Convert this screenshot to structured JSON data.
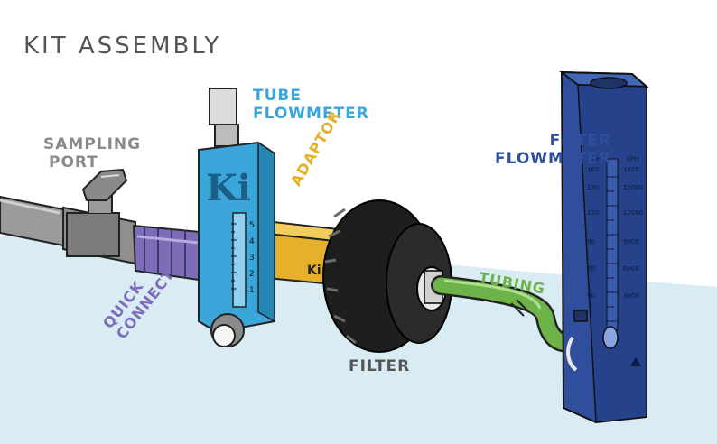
{
  "title": "KIT ASSEMBLY",
  "labels": {
    "sampling_port": [
      "SAMPLING",
      "PORT"
    ],
    "tube_flowmeter": [
      "TUBE",
      "FLOWMETER"
    ],
    "adaptor": "ADAPTOR",
    "quick_connect": [
      "QUICK",
      "CONNECT"
    ],
    "filter": "FILTER",
    "tubing": "TUBING",
    "filter_flowmeter": [
      "FILTER",
      "FLOWMETER"
    ]
  },
  "tube_flowmeter_body": {
    "brand": "Ki",
    "scale": [
      "5",
      "4",
      "3",
      "2",
      "1"
    ]
  },
  "adaptor_body": {
    "marking": "Ki"
  },
  "filter_flowmeter_body": {
    "unit_left": "LPH",
    "unit_right": "LPH",
    "scale_left": [
      "160",
      "130",
      "110",
      "90",
      "70",
      "50"
    ],
    "scale_right": [
      "1600",
      "15000",
      "12000",
      "9000",
      "6000",
      "3000"
    ]
  },
  "colors": {
    "title": "#555555",
    "sampling_port": "#8a8a8a",
    "tube_flowmeter": "#3aa6d9",
    "adaptor": "#e6b12a",
    "quick_connect": "#7d6cb8",
    "filter": "#555555",
    "tubing": "#6db34a",
    "filter_flowmeter": "#2f4e9c",
    "water": "#d9ecf3"
  }
}
